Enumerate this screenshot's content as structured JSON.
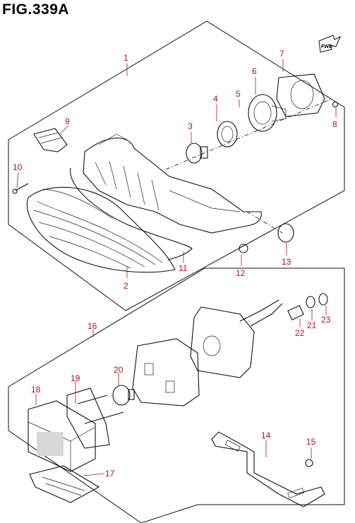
{
  "figure": {
    "title": "FIG.339A"
  },
  "direction_badge": {
    "label": "FWD"
  },
  "callouts": [
    "1",
    "2",
    "3",
    "4",
    "5",
    "6",
    "7",
    "8",
    "9",
    "10",
    "11",
    "12",
    "13",
    "14",
    "15",
    "16",
    "17",
    "18",
    "19",
    "20",
    "21",
    "22",
    "23"
  ],
  "colors": {
    "callout": "#b3121a",
    "line": "#111111",
    "background": "#ffffff"
  }
}
